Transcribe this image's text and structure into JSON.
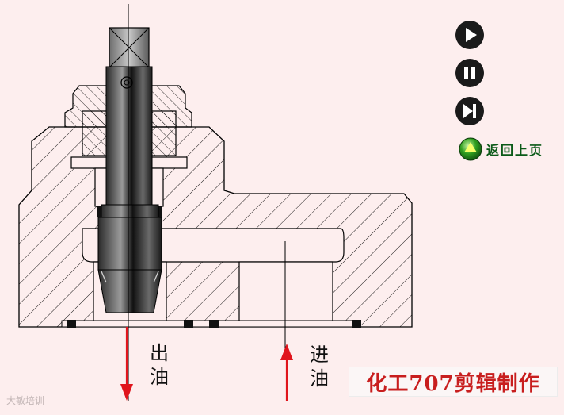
{
  "controls": {
    "play_icon": "play-icon",
    "pause_icon": "pause-icon",
    "step_icon": "skip-forward-icon"
  },
  "back": {
    "label": "返回上页",
    "icon": "green-up-arrow-icon"
  },
  "labels": {
    "outlet": "出油",
    "inlet": "进油"
  },
  "credit": "化工707剪辑制作",
  "watermark": "大敏培训",
  "colors": {
    "background": "#fdeeee",
    "arrow": "#e0141c",
    "hatch": "#000000",
    "credit": "#c81e1e",
    "back_label": "#0b5a18"
  }
}
